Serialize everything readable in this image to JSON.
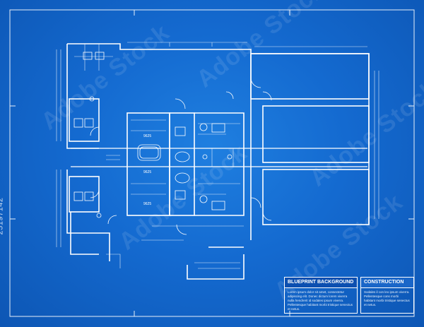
{
  "image": {
    "background_color": "#1a70d8",
    "line_color": "#ffffff",
    "stock_id": "25197142",
    "watermark": "Adobe Stock"
  },
  "title_block": {
    "left": {
      "heading": "BLUEPRINT BACKGROUND",
      "body": "Lorem ipsum dolor sit amet, consectetur adipiscing elit. Donec dictum lorem viverra nulla hendrerit id sodales ipsum viverra. Pellentesque habitant morbi tristique senectus et netus."
    },
    "right": {
      "heading": "CONSTRUCTION",
      "body": "Sodales il con leo ipsum viverra. Pellentesque cons morbi habitant morbi tristique senectus et netus."
    }
  },
  "dimension_labels": [
    "9625",
    "9625",
    "9625"
  ]
}
